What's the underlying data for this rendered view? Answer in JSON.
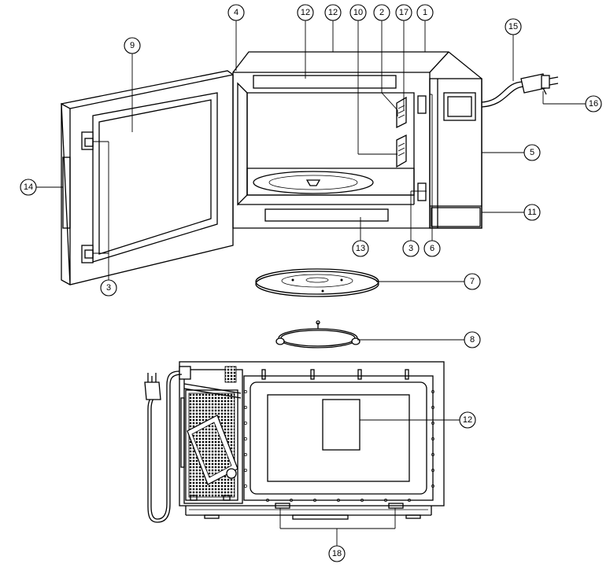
{
  "callouts": [
    {
      "id": "c1",
      "label": "1"
    },
    {
      "id": "c2",
      "label": "2"
    },
    {
      "id": "c17",
      "label": "17"
    },
    {
      "id": "c10",
      "label": "10"
    },
    {
      "id": "c12a",
      "label": "12"
    },
    {
      "id": "c12b",
      "label": "12"
    },
    {
      "id": "c4",
      "label": "4"
    },
    {
      "id": "c9",
      "label": "9"
    },
    {
      "id": "c15",
      "label": "15"
    },
    {
      "id": "c16",
      "label": "16"
    },
    {
      "id": "c5",
      "label": "5"
    },
    {
      "id": "c14",
      "label": "14"
    },
    {
      "id": "c11",
      "label": "11"
    },
    {
      "id": "c3a",
      "label": "3"
    },
    {
      "id": "c6",
      "label": "6"
    },
    {
      "id": "c13",
      "label": "13"
    },
    {
      "id": "c3b",
      "label": "3"
    },
    {
      "id": "c7",
      "label": "7"
    },
    {
      "id": "c8",
      "label": "8"
    },
    {
      "id": "c12c",
      "label": "12"
    },
    {
      "id": "c18",
      "label": "18"
    }
  ]
}
